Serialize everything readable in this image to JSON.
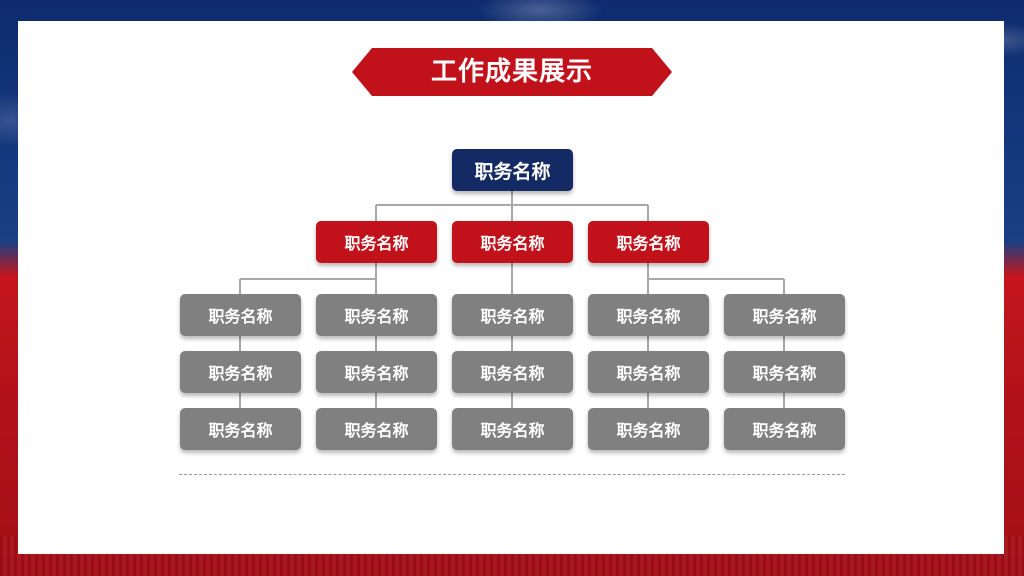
{
  "colors": {
    "root": "#132a64",
    "mid": "#c1121b",
    "leaf": "#808080",
    "banner": "#c1121b",
    "connector": "#a8a8a8"
  },
  "title": "工作成果展示",
  "chart": {
    "root": "职务名称",
    "mid": [
      "职务名称",
      "职务名称",
      "职务名称"
    ],
    "columns": [
      [
        "职务名称",
        "职务名称",
        "职务名称"
      ],
      [
        "职务名称",
        "职务名称",
        "职务名称"
      ],
      [
        "职务名称",
        "职务名称",
        "职务名称"
      ],
      [
        "职务名称",
        "职务名称",
        "职务名称"
      ],
      [
        "职务名称",
        "职务名称",
        "职务名称"
      ]
    ]
  }
}
